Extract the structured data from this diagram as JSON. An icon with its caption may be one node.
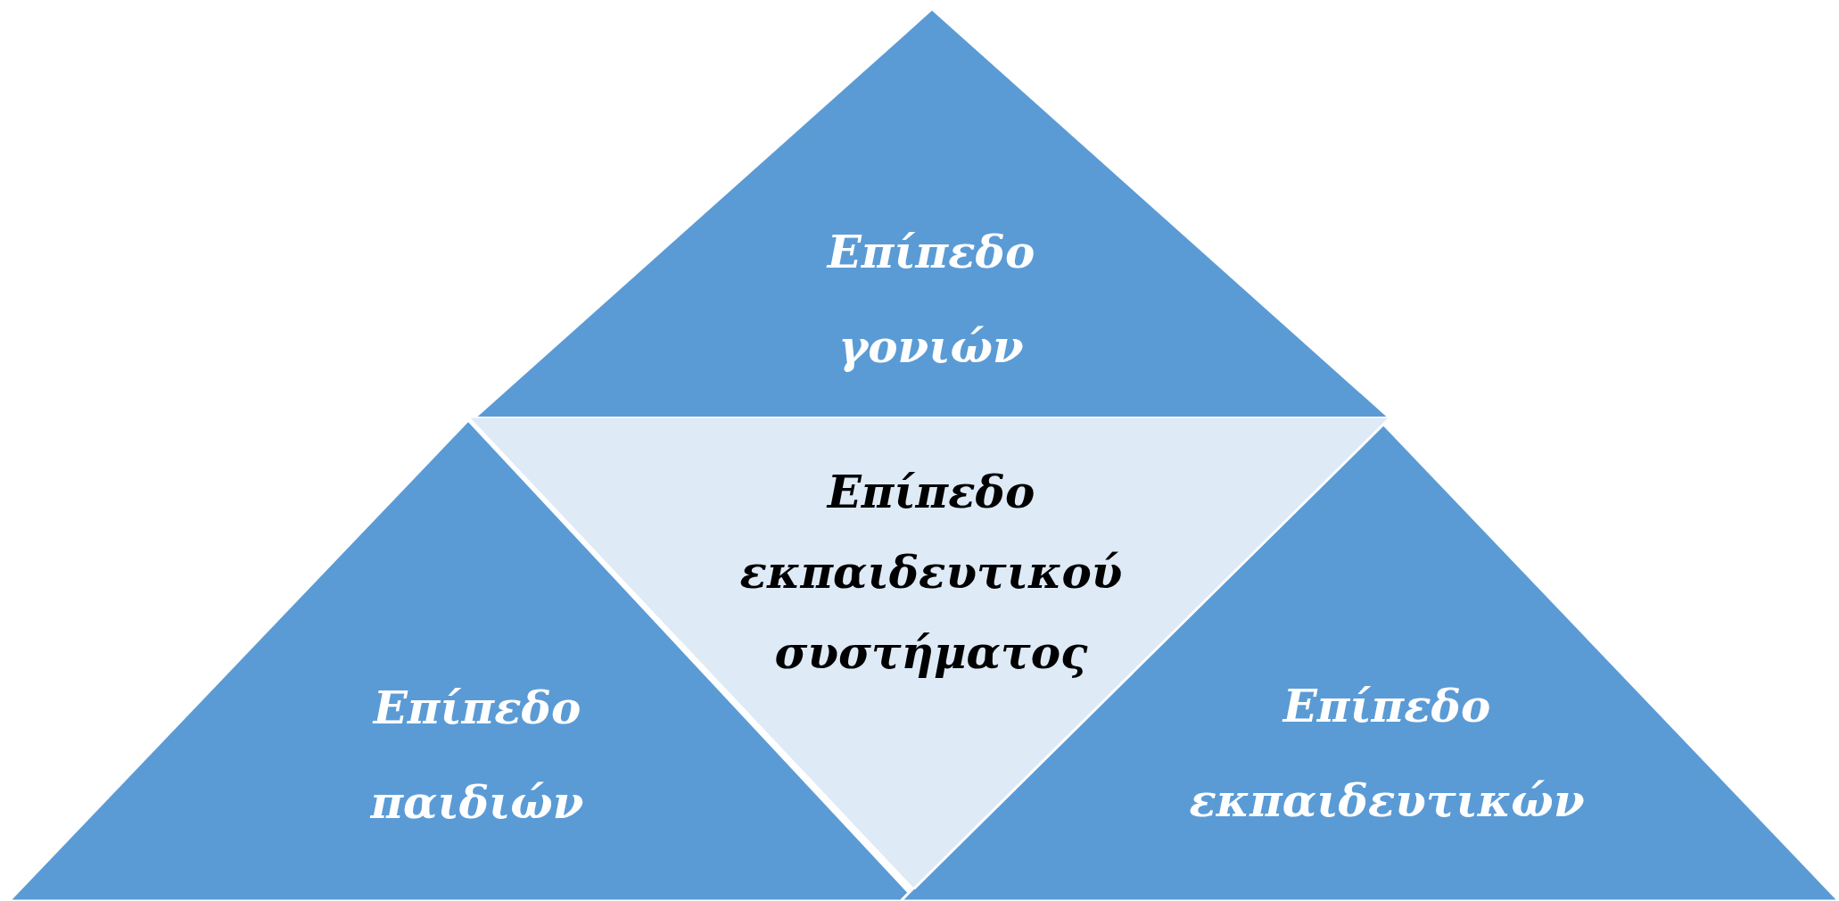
{
  "diagram": {
    "nodes": [
      {
        "text": [
          "Επίπεδο γονιών"
        ]
      },
      {
        "text": [
          "Επίπεδο εκπαιδευτικού συστήματος"
        ]
      },
      {
        "text": [
          "Επίπεδο παιδιών"
        ]
      },
      {
        "text": [
          "Επίπεδο εκπαιδευτικών"
        ]
      }
    ]
  }
}
